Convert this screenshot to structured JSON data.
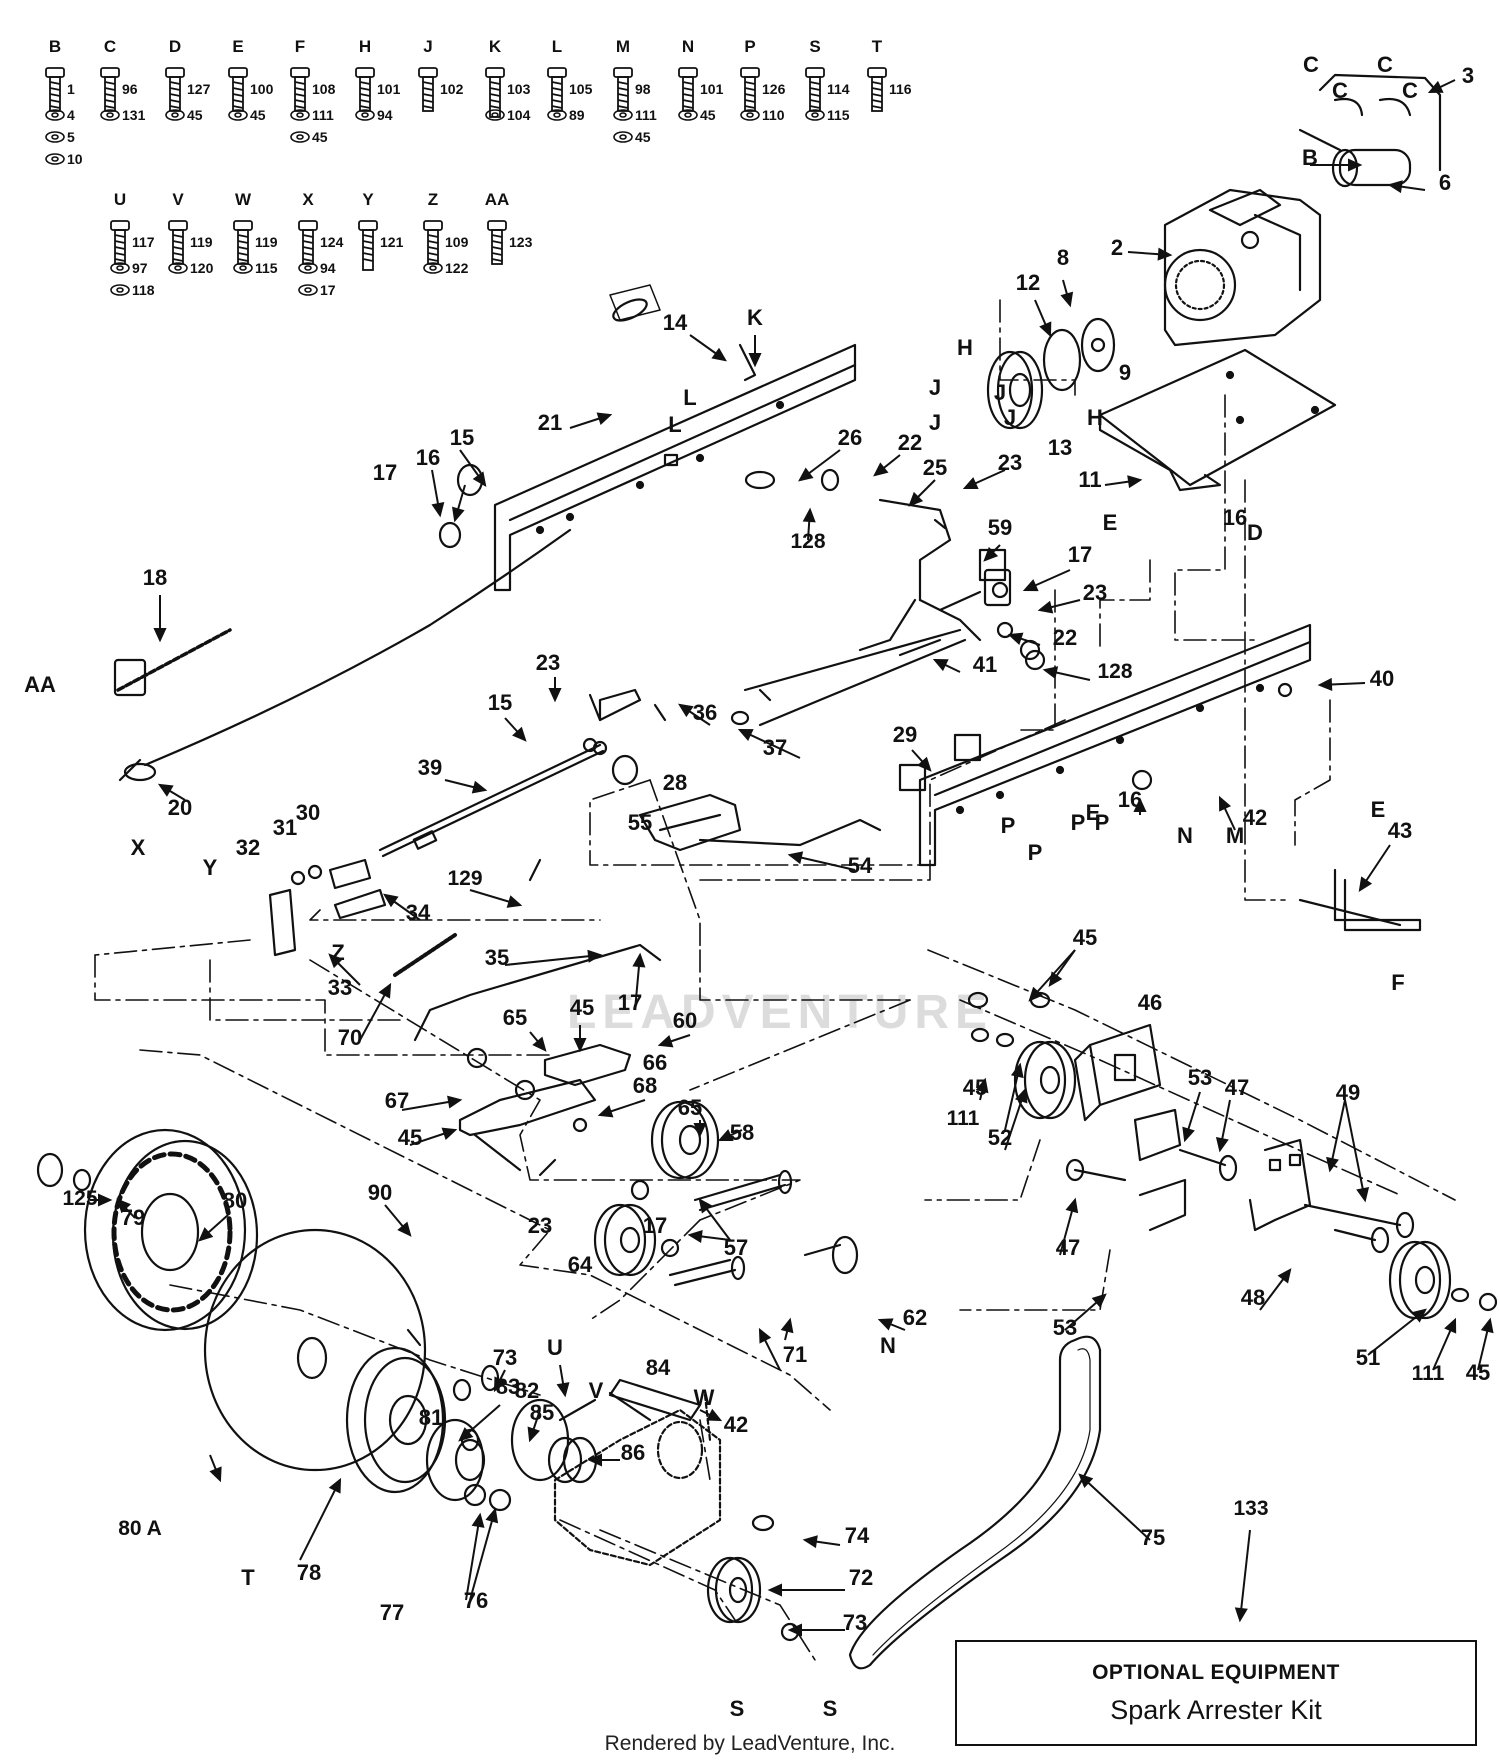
{
  "diagram": {
    "optional_equipment": {
      "title": "OPTIONAL EQUIPMENT",
      "item": "Spark Arrester Kit"
    },
    "credit": "Rendered by LeadVenture, Inc.",
    "watermark": "LEADVENTURE",
    "ink_color": "#111111",
    "hardware_legend": [
      {
        "code": "B",
        "numbers": [
          "1",
          "4",
          "5",
          "10"
        ]
      },
      {
        "code": "C",
        "numbers": [
          "96",
          "131"
        ]
      },
      {
        "code": "D",
        "numbers": [
          "127",
          "45"
        ]
      },
      {
        "code": "E",
        "numbers": [
          "100",
          "45"
        ]
      },
      {
        "code": "F",
        "numbers": [
          "108",
          "111",
          "45"
        ]
      },
      {
        "code": "H",
        "numbers": [
          "101",
          "94"
        ]
      },
      {
        "code": "J",
        "numbers": [
          "102"
        ]
      },
      {
        "code": "K",
        "numbers": [
          "103",
          "104"
        ]
      },
      {
        "code": "L",
        "numbers": [
          "105",
          "89"
        ]
      },
      {
        "code": "M",
        "numbers": [
          "98",
          "111",
          "45"
        ]
      },
      {
        "code": "N",
        "numbers": [
          "101",
          "45"
        ]
      },
      {
        "code": "P",
        "numbers": [
          "126",
          "110"
        ]
      },
      {
        "code": "S",
        "numbers": [
          "114",
          "115"
        ]
      },
      {
        "code": "T",
        "numbers": [
          "116"
        ]
      },
      {
        "code": "U",
        "numbers": [
          "117",
          "97",
          "118"
        ]
      },
      {
        "code": "V",
        "numbers": [
          "119",
          "120"
        ]
      },
      {
        "code": "W",
        "numbers": [
          "119",
          "115"
        ]
      },
      {
        "code": "X",
        "numbers": [
          "124",
          "94",
          "17"
        ]
      },
      {
        "code": "Y",
        "numbers": [
          "121"
        ]
      },
      {
        "code": "Z",
        "numbers": [
          "109",
          "122"
        ]
      },
      {
        "code": "AA",
        "numbers": [
          "123"
        ]
      }
    ],
    "callouts": [
      {
        "text": "3"
      },
      {
        "text": "C"
      },
      {
        "text": "C"
      },
      {
        "text": "C"
      },
      {
        "text": "C"
      },
      {
        "text": "B"
      },
      {
        "text": "6"
      },
      {
        "text": "2"
      },
      {
        "text": "8"
      },
      {
        "text": "12"
      },
      {
        "text": "H"
      },
      {
        "text": "J"
      },
      {
        "text": "J"
      },
      {
        "text": "J"
      },
      {
        "text": "J"
      },
      {
        "text": "H"
      },
      {
        "text": "13"
      },
      {
        "text": "9"
      },
      {
        "text": "14"
      },
      {
        "text": "K"
      },
      {
        "text": "21"
      },
      {
        "text": "L"
      },
      {
        "text": "L"
      },
      {
        "text": "26"
      },
      {
        "text": "22"
      },
      {
        "text": "25"
      },
      {
        "text": "23"
      },
      {
        "text": "11"
      },
      {
        "text": "16"
      },
      {
        "text": "D"
      },
      {
        "text": "E"
      },
      {
        "text": "17"
      },
      {
        "text": "16"
      },
      {
        "text": "15"
      },
      {
        "text": "128"
      },
      {
        "text": "59"
      },
      {
        "text": "17"
      },
      {
        "text": "23"
      },
      {
        "text": "22"
      },
      {
        "text": "41"
      },
      {
        "text": "128"
      },
      {
        "text": "18"
      },
      {
        "text": "AA"
      },
      {
        "text": "20"
      },
      {
        "text": "23"
      },
      {
        "text": "15"
      },
      {
        "text": "36"
      },
      {
        "text": "39"
      },
      {
        "text": "37"
      },
      {
        "text": "28"
      },
      {
        "text": "29"
      },
      {
        "text": "40"
      },
      {
        "text": "16"
      },
      {
        "text": "N"
      },
      {
        "text": "M"
      },
      {
        "text": "E"
      },
      {
        "text": "E"
      },
      {
        "text": "42"
      },
      {
        "text": "P"
      },
      {
        "text": "P"
      },
      {
        "text": "P"
      },
      {
        "text": "P"
      },
      {
        "text": "55"
      },
      {
        "text": "54"
      },
      {
        "text": "43"
      },
      {
        "text": "31"
      },
      {
        "text": "30"
      },
      {
        "text": "32"
      },
      {
        "text": "X"
      },
      {
        "text": "Y"
      },
      {
        "text": "34"
      },
      {
        "text": "Z"
      },
      {
        "text": "129"
      },
      {
        "text": "33"
      },
      {
        "text": "35"
      },
      {
        "text": "F"
      },
      {
        "text": "70"
      },
      {
        "text": "17"
      },
      {
        "text": "45"
      },
      {
        "text": "60"
      },
      {
        "text": "65"
      },
      {
        "text": "45"
      },
      {
        "text": "66"
      },
      {
        "text": "46"
      },
      {
        "text": "67"
      },
      {
        "text": "68"
      },
      {
        "text": "45"
      },
      {
        "text": "65"
      },
      {
        "text": "58"
      },
      {
        "text": "45"
      },
      {
        "text": "111"
      },
      {
        "text": "52"
      },
      {
        "text": "53"
      },
      {
        "text": "47"
      },
      {
        "text": "49"
      },
      {
        "text": "23"
      },
      {
        "text": "17"
      },
      {
        "text": "64"
      },
      {
        "text": "57"
      },
      {
        "text": "47"
      },
      {
        "text": "53"
      },
      {
        "text": "48"
      },
      {
        "text": "62"
      },
      {
        "text": "N"
      },
      {
        "text": "71"
      },
      {
        "text": "125"
      },
      {
        "text": "79"
      },
      {
        "text": "80"
      },
      {
        "text": "90"
      },
      {
        "text": "51"
      },
      {
        "text": "111"
      },
      {
        "text": "45"
      },
      {
        "text": "73"
      },
      {
        "text": "U"
      },
      {
        "text": "84"
      },
      {
        "text": "V"
      },
      {
        "text": "W"
      },
      {
        "text": "42"
      },
      {
        "text": "83"
      },
      {
        "text": "82"
      },
      {
        "text": "85"
      },
      {
        "text": "81"
      },
      {
        "text": "86"
      },
      {
        "text": "80 A"
      },
      {
        "text": "T"
      },
      {
        "text": "78"
      },
      {
        "text": "77"
      },
      {
        "text": "76"
      },
      {
        "text": "74"
      },
      {
        "text": "75"
      },
      {
        "text": "133"
      },
      {
        "text": "72"
      },
      {
        "text": "73"
      },
      {
        "text": "S"
      },
      {
        "text": "S"
      }
    ]
  }
}
